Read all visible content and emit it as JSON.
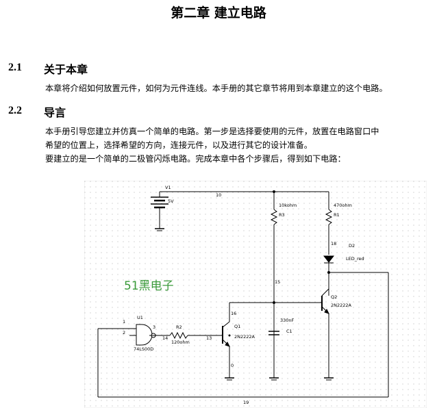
{
  "title": "第二章  建立电路",
  "sections": [
    {
      "number": "2.1",
      "heading": "关于本章",
      "paragraphs": [
        "本章将介绍如何放置元件，如何为元件连线。本手册的其它章节将用到本章建立的这个电路。"
      ]
    },
    {
      "number": "2.2",
      "heading": "导言",
      "paragraphs": [
        "本手册引导您建立并仿真一个简单的电路。第一步是选择要使用的元件，放置在电路窗口中",
        "希望的位置上，选择希望的方向，连接元件，以及进行其它的设计准备。",
        "要建立的是一个简单的二极管闪烁电路。完成本章中各个步骤后，得到如下电路："
      ]
    }
  ],
  "watermark": "51黑电子",
  "circuit": {
    "labels": {
      "v1": "V1",
      "v1_value": "5V",
      "node10": "10",
      "r3_value": "10kohm",
      "r3": "R3",
      "r1_value": "470ohm",
      "r1": "R1",
      "node18": "18",
      "d2": "D2",
      "d2_model": "LED_red",
      "node15": "15",
      "q2": "Q2",
      "q2_model": "2N2222A",
      "node16": "16",
      "q1": "Q1",
      "q1_model": "2N2222A",
      "c1_value": "330nF",
      "c1": "C1",
      "u1": "U1",
      "u1_model": "74LS00D",
      "pin1": "1",
      "pin2": "2",
      "pin3": "3",
      "r2": "R2",
      "r2_value": "120ohm",
      "node14": "14",
      "node13": "13",
      "node0": "0",
      "node19": "19"
    }
  }
}
